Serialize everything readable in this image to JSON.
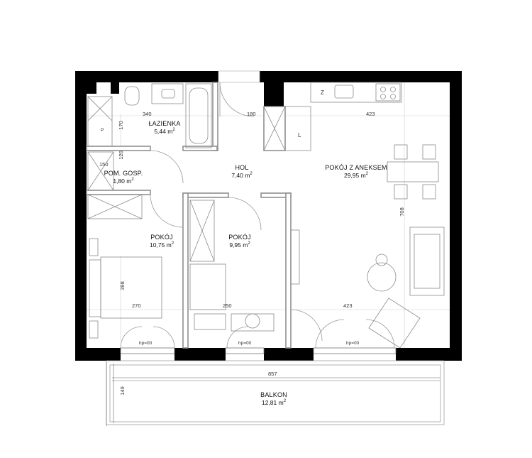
{
  "rooms": {
    "lazienka": {
      "name": "ŁAZIENKA",
      "area": "5,44 m",
      "unit_sup": "2"
    },
    "pom_gosp": {
      "name": "POM. GOSP.",
      "area": "1,80 m",
      "unit_sup": "2"
    },
    "hol": {
      "name": "HOL",
      "area": "7,40 m",
      "unit_sup": "2"
    },
    "pokoj_z_aneksem": {
      "name": "POKÓJ Z ANEKSEM",
      "area": "29,95 m",
      "unit_sup": "2"
    },
    "pokoj_1": {
      "name": "POKÓJ",
      "area": "10,75 m",
      "unit_sup": "2"
    },
    "pokoj_2": {
      "name": "POKÓJ",
      "area": "9,95 m",
      "unit_sup": "2"
    },
    "balkon": {
      "name": "BALKON",
      "area": "12,81 m",
      "unit_sup": "2"
    }
  },
  "dimensions": {
    "d340": "340",
    "d180": "180",
    "d423_top": "423",
    "d170": "170",
    "d120": "120",
    "d150": "150",
    "d708": "708",
    "d398": "398",
    "d270": "270",
    "d250": "250",
    "d423_bottom": "423",
    "d857": "857",
    "d149": "149"
  },
  "window_marks": {
    "w1": "hp=00",
    "w2": "hp=00",
    "w3": "hp=00"
  },
  "fixture_marks": {
    "p": "P",
    "z": "Z",
    "l": "L"
  },
  "colors": {
    "wall": "#000000",
    "partition": "#9a9a9a",
    "furniture": "#8a8a8a",
    "guide": "#cfcfcf"
  }
}
